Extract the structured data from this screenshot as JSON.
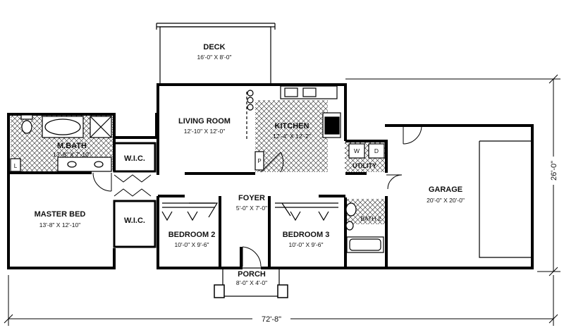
{
  "plan": {
    "overall_width": "72'-8\"",
    "overall_depth": "26'-0\"",
    "rooms": {
      "deck": {
        "name": "DECK",
        "dim": "16'-0\" X 8'-0\""
      },
      "living": {
        "name": "LIVING ROOM",
        "dim": "12'-10\" X 12'-0\""
      },
      "kitchen": {
        "name": "KITCHEN",
        "dim": "12'-4\" X 12'-2\""
      },
      "mbath": {
        "name": "M.BATH",
        "dim": "13'-8\" X 7'-10\""
      },
      "wic_upper": {
        "name": "W.I.C."
      },
      "wic_lower": {
        "name": "W.I.C."
      },
      "master": {
        "name": "MASTER BED",
        "dim": "13'-8\" X 12'-10\""
      },
      "foyer": {
        "name": "FOYER",
        "dim": "5'-0\" X 7'-0\""
      },
      "bed2": {
        "name": "BEDROOM 2",
        "dim": "10'-0\" X 9'-6\""
      },
      "bed3": {
        "name": "BEDROOM 3",
        "dim": "10'-0\" X 9'-6\""
      },
      "porch": {
        "name": "PORCH",
        "dim": "8'-0\" X 4'-0\""
      },
      "utility": {
        "name": "UTILITY"
      },
      "bath2": {
        "name": "BATH 2"
      },
      "garage": {
        "name": "GARAGE",
        "dim": "20'-0\" X 20'-0\""
      }
    },
    "appliances": {
      "washer": "W",
      "dryer": "D",
      "pantry": "P",
      "linen": "L"
    }
  }
}
